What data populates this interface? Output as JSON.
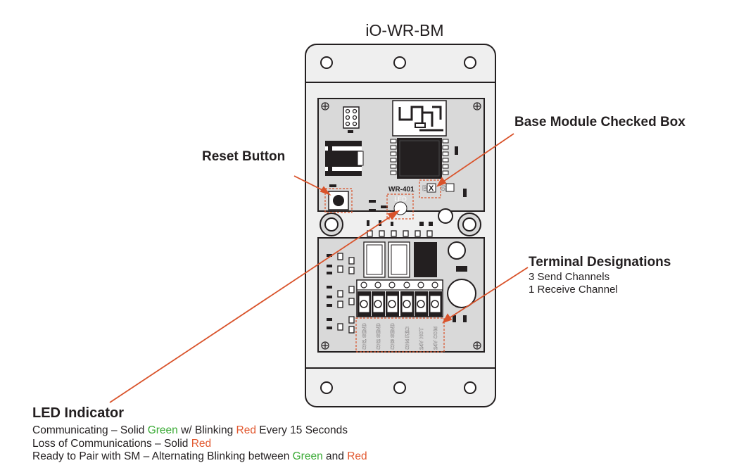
{
  "title": "iO-WR-BM",
  "colors": {
    "accent_line": "#d9532b",
    "green": "#3aaa35",
    "red": "#e2582f",
    "board": "#d9d9d9",
    "housing": "#efefef"
  },
  "callouts": {
    "reset": {
      "label": "Reset Button"
    },
    "base_module": {
      "label": "Base Module Checked Box"
    },
    "terminal": {
      "label": "Terminal Designations",
      "lines": [
        "3 Send Channels",
        "1 Receive Channel"
      ]
    },
    "led": {
      "label": "LED Indicator",
      "lines": [
        {
          "parts": [
            {
              "t": "Communicating – Solid ",
              "c": ""
            },
            {
              "t": "Green",
              "c": "green"
            },
            {
              "t": " w/ Blinking ",
              "c": ""
            },
            {
              "t": "Red",
              "c": "red"
            },
            {
              "t": " Every 15 Seconds",
              "c": ""
            }
          ]
        },
        {
          "parts": [
            {
              "t": "Loss of Communications – Solid  ",
              "c": ""
            },
            {
              "t": "Red",
              "c": "red"
            }
          ]
        },
        {
          "parts": [
            {
              "t": "Ready to Pair with SM – Alternating Blinking between ",
              "c": ""
            },
            {
              "t": "Green",
              "c": "green"
            },
            {
              "t": " and ",
              "c": ""
            },
            {
              "t": "Red",
              "c": "red"
            }
          ]
        }
      ]
    }
  },
  "board": {
    "model_label": "WR-401",
    "led_label": "LED",
    "b_label": "B",
    "x_label": "X",
    "s_label": "S",
    "terminals": [
      "CH1 SEND",
      "CH2 SEND",
      "CH3 SEND",
      "CH4 REC",
      "24V HOT",
      "24V COM"
    ]
  }
}
